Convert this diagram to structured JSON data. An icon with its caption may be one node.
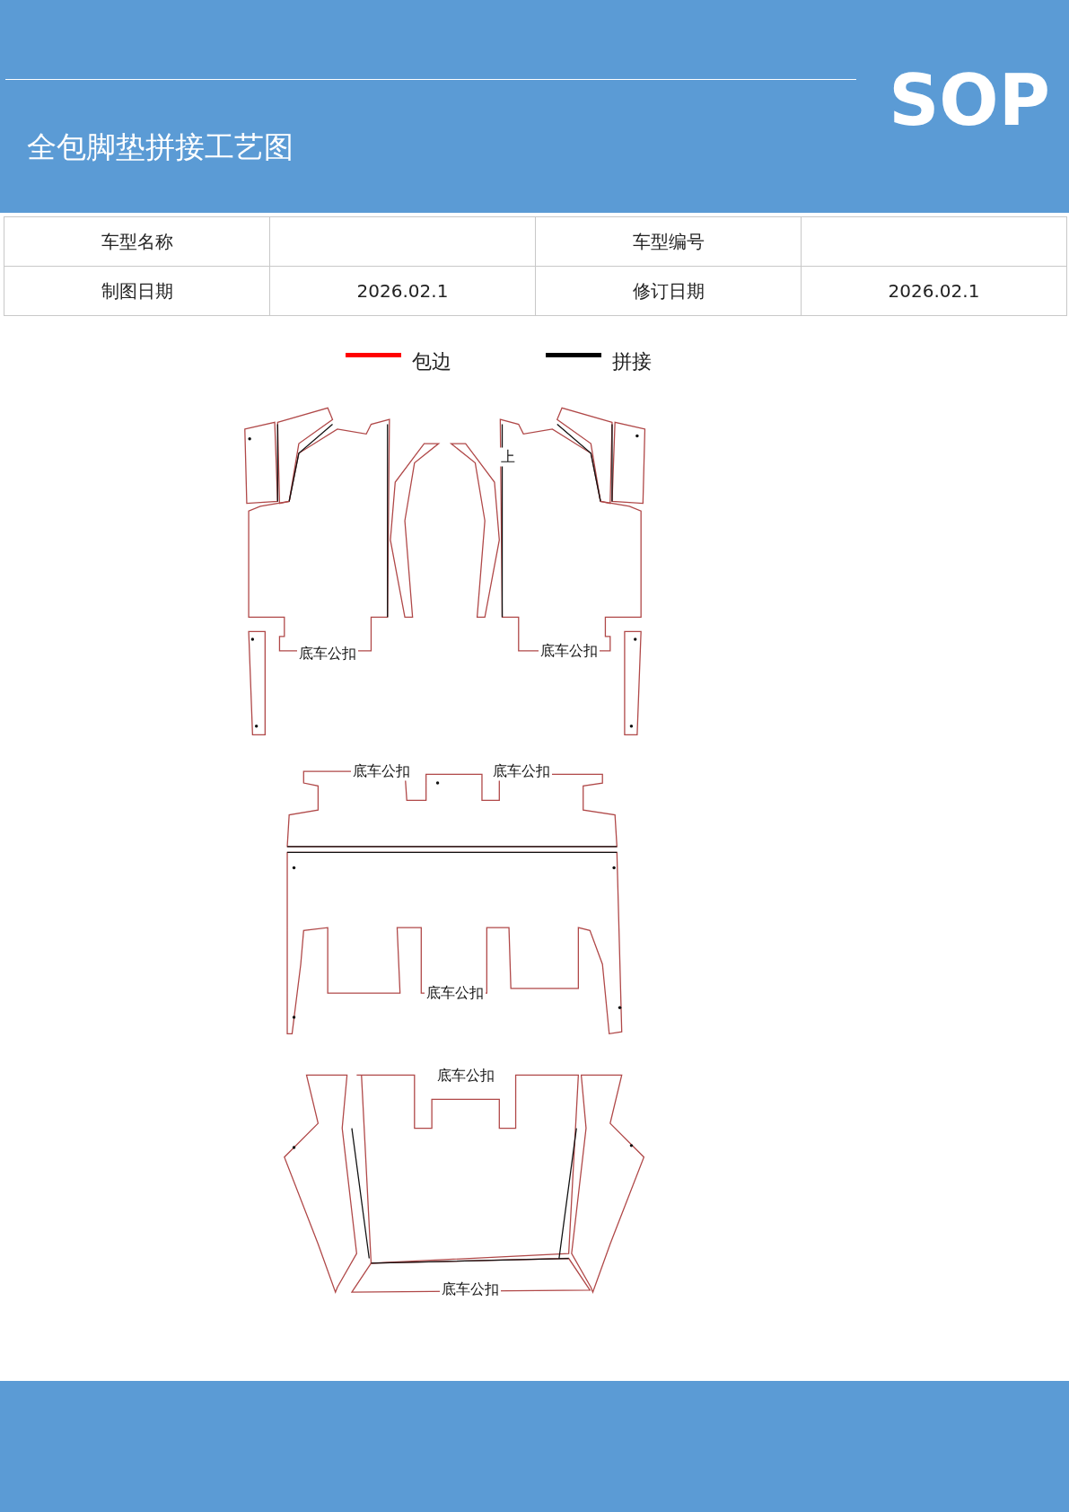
{
  "diagram": {
    "title": "全包脚垫拼接工艺图",
    "labels": [
      "车型名称",
      "车型编号",
      "制图日期",
      "2026.02.1",
      "修订日期",
      "2026.02.1",
      "SOP",
      "上",
      "底车公扣",
      "底车公扣",
      "底车公扣",
      "底车公扣",
      "底车公扣",
      "底车公扣",
      "底车公扣"
    ],
    "legend": [
      {
        "text": "包边"
      },
      {
        "text": "拼接"
      }
    ]
  }
}
